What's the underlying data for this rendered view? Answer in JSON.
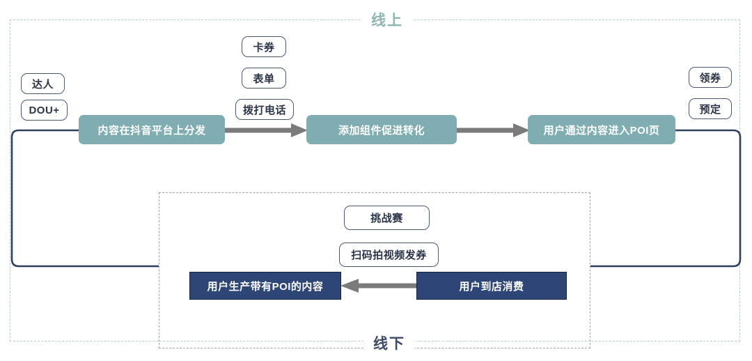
{
  "regions": {
    "online": {
      "title": "线上",
      "color": "#8fb5b2"
    },
    "offline": {
      "title": "线下",
      "color": "#3c4a66"
    }
  },
  "process_boxes": {
    "distribute": "内容在抖音平台上分发",
    "component": "添加组件促进转化",
    "poi": "用户通过内容进入POI页",
    "produce": "用户生产带有POI的内容",
    "consume": "用户到店消费"
  },
  "pills": {
    "daren": "达人",
    "dou_plus": "DOU+",
    "kajuan": "卡券",
    "biaodan": "表单",
    "dadadianhua": "拨打电话",
    "lingjuan": "领券",
    "yuding": "预定",
    "tiaozhansai": "挑战赛",
    "saoma": "扫码拍视频发券"
  },
  "colors": {
    "teal_box": "#7FADB2",
    "navy_box": "#2E4675",
    "arrow_gray": "#7b7b7b",
    "loop_navy": "#2f3f5e",
    "pill_border": "#4a5878",
    "dash_online": "#b8cfc9",
    "dash_offline": "#9aa2ae"
  },
  "flow": {
    "arrow_1": "distribute-to-component",
    "arrow_2": "component-to-poi",
    "arrow_3": "consume-to-produce",
    "loop_left": "distribute-left-down-to-produce",
    "loop_right": "poi-right-down-to-consume"
  }
}
